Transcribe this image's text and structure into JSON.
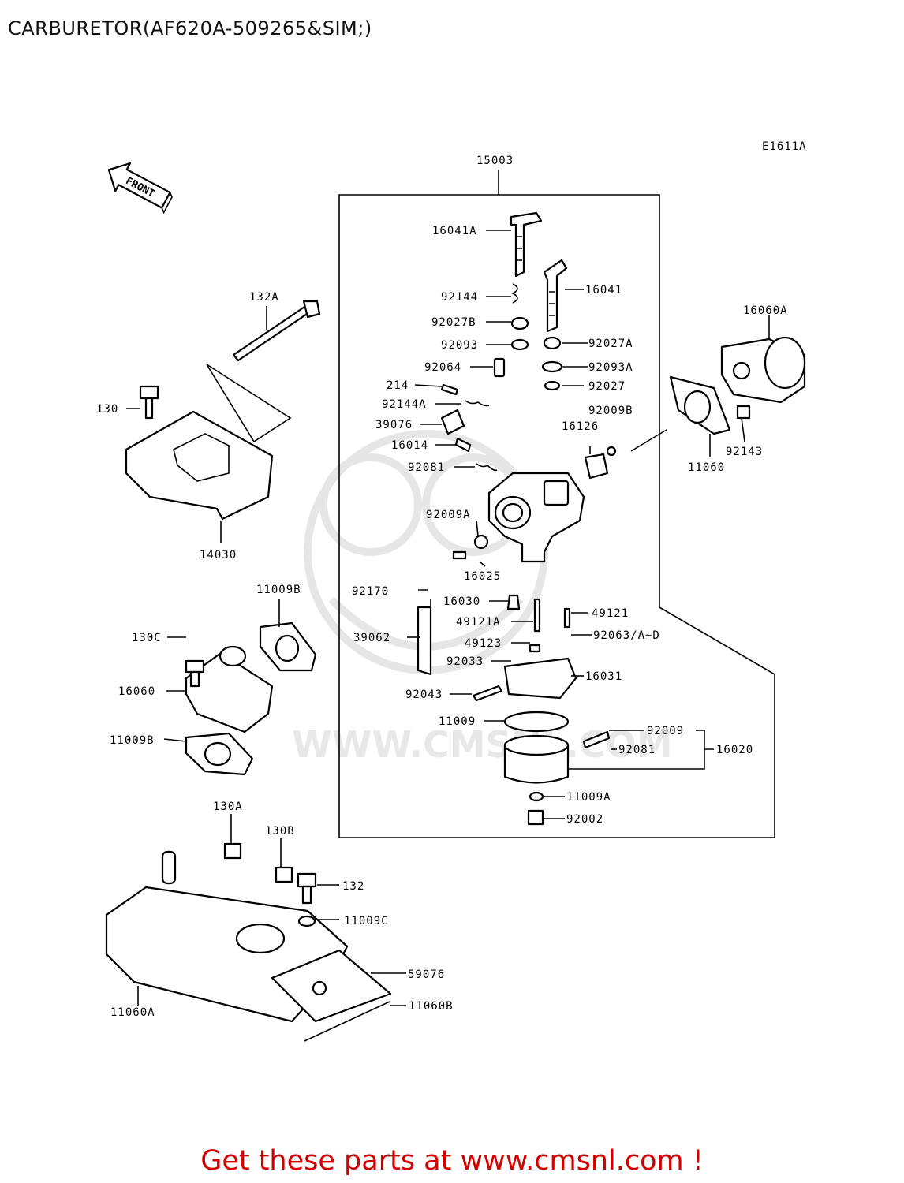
{
  "header": {
    "title": "CARBURETOR(AF620A-509265&SIM;)"
  },
  "diagram": {
    "ref_code": "E1611A",
    "front_arrow_label": "FRONT",
    "watermark": "WWW.CMSNL.COM",
    "parts": {
      "p15003": "15003",
      "p16041A": "16041A",
      "p16041": "16041",
      "p92144": "92144",
      "p92027B": "92027B",
      "p92093": "92093",
      "p92027A": "92027A",
      "p92064": "92064",
      "p92093A": "92093A",
      "p214": "214",
      "p92027": "92027",
      "p92144A": "92144A",
      "p92009B": "92009B",
      "p39076": "39076",
      "p16126": "16126",
      "p16014": "16014",
      "p92081": "92081",
      "p92009A": "92009A",
      "p16025": "16025",
      "p92170": "92170",
      "p16030": "16030",
      "p49121": "49121",
      "p49121A": "49121A",
      "p92063": "92063/A~D",
      "p39062": "39062",
      "p49123": "49123",
      "p92033": "92033",
      "p16031": "16031",
      "p92043": "92043",
      "p11009": "11009",
      "p92009": "92009",
      "p92081b": "92081",
      "p16020": "16020",
      "p11009A": "11009A",
      "p92002": "92002",
      "p132A": "132A",
      "p130": "130",
      "p14030": "14030",
      "p16060A": "16060A",
      "p11060": "11060",
      "p92143": "92143",
      "p11009B_top": "11009B",
      "p130C": "130C",
      "p16060": "16060",
      "p11009B_bot": "11009B",
      "p130A": "130A",
      "p130B": "130B",
      "p132": "132",
      "p11009C": "11009C",
      "p59076": "59076",
      "p11060A": "11060A",
      "p11060B": "11060B"
    }
  },
  "footer": {
    "text": "Get these parts at www.cmsnl.com !"
  },
  "colors": {
    "footer_text": "#d40000",
    "line_art": "#000000",
    "background": "#ffffff"
  }
}
